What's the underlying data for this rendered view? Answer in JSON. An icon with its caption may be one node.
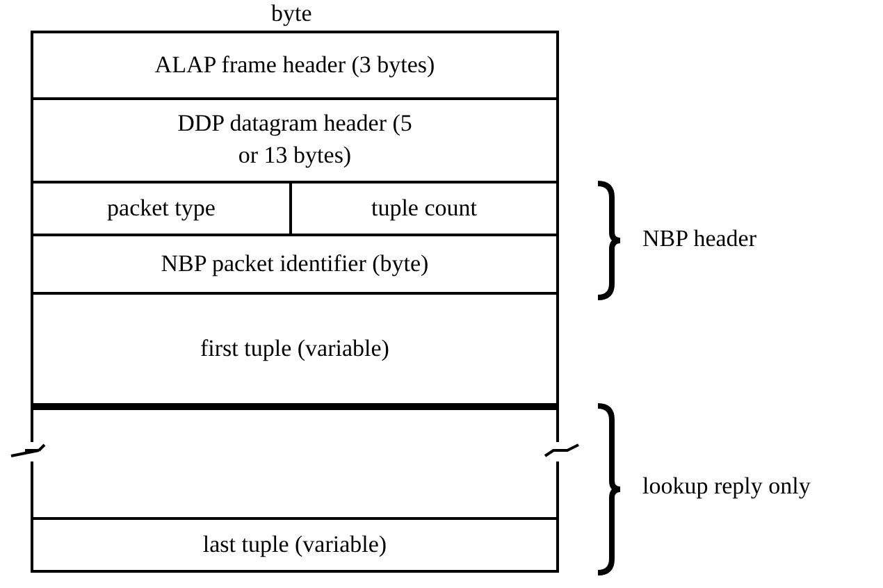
{
  "diagram": {
    "nodes": [
      {
        "text": [
          "ALAP frame header (3 bytes)"
        ]
      },
      {
        "text": [
          "DDP datagram header (5 or 13 bytes)"
        ]
      },
      {
        "text": [
          "packet type"
        ]
      },
      {
        "text": [
          "tuple count"
        ]
      },
      {
        "text": [
          "NBP packet identifier (byte)"
        ]
      },
      {
        "text": [
          "first tuple (variable)"
        ]
      },
      {
        "text": [],
        "shape": "box"
      },
      {
        "text": [
          "last tuple (variable)"
        ]
      }
    ],
    "labels": [
      "byte",
      "NBP header",
      "lookup reply only"
    ]
  }
}
